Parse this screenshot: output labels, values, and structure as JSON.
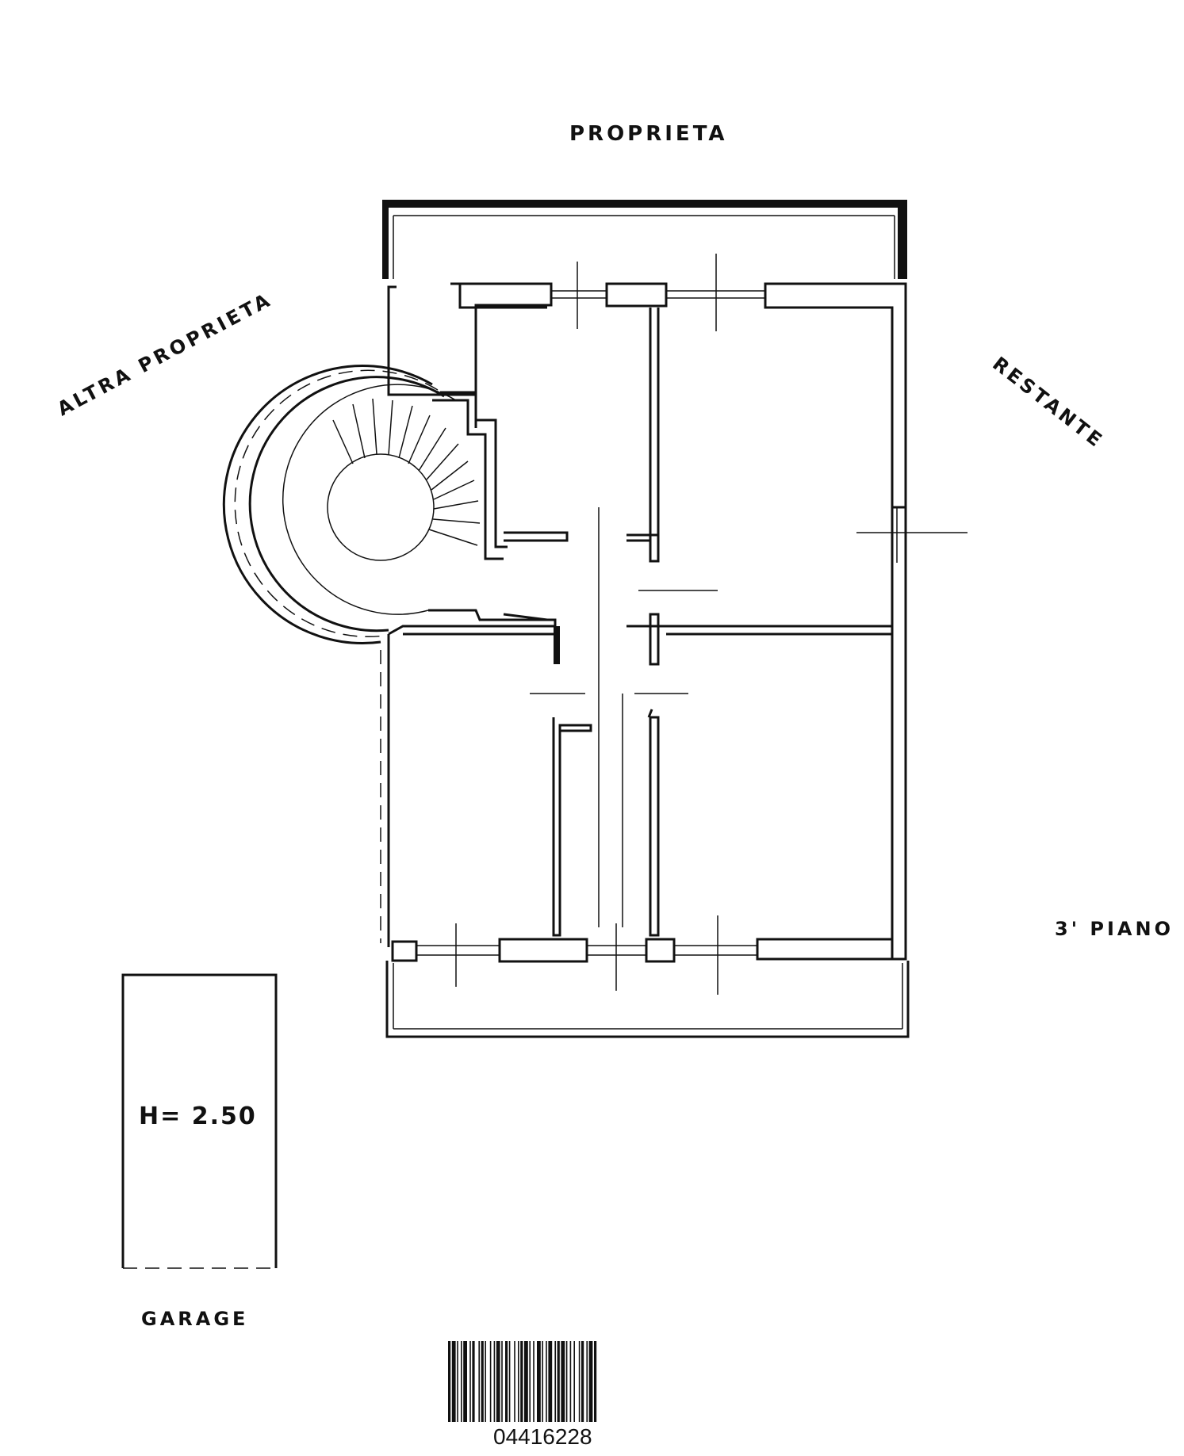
{
  "labels": {
    "top": "PROPRIETA",
    "left": "ALTRA PROPRIETA",
    "right": "RESTANTE",
    "floor": "3' PIANO",
    "garage_height": "H= 2.50",
    "garage": "GARAGE",
    "barcode_number": "04416228"
  },
  "colors": {
    "ink": "#111111",
    "paper": "#ffffff"
  }
}
